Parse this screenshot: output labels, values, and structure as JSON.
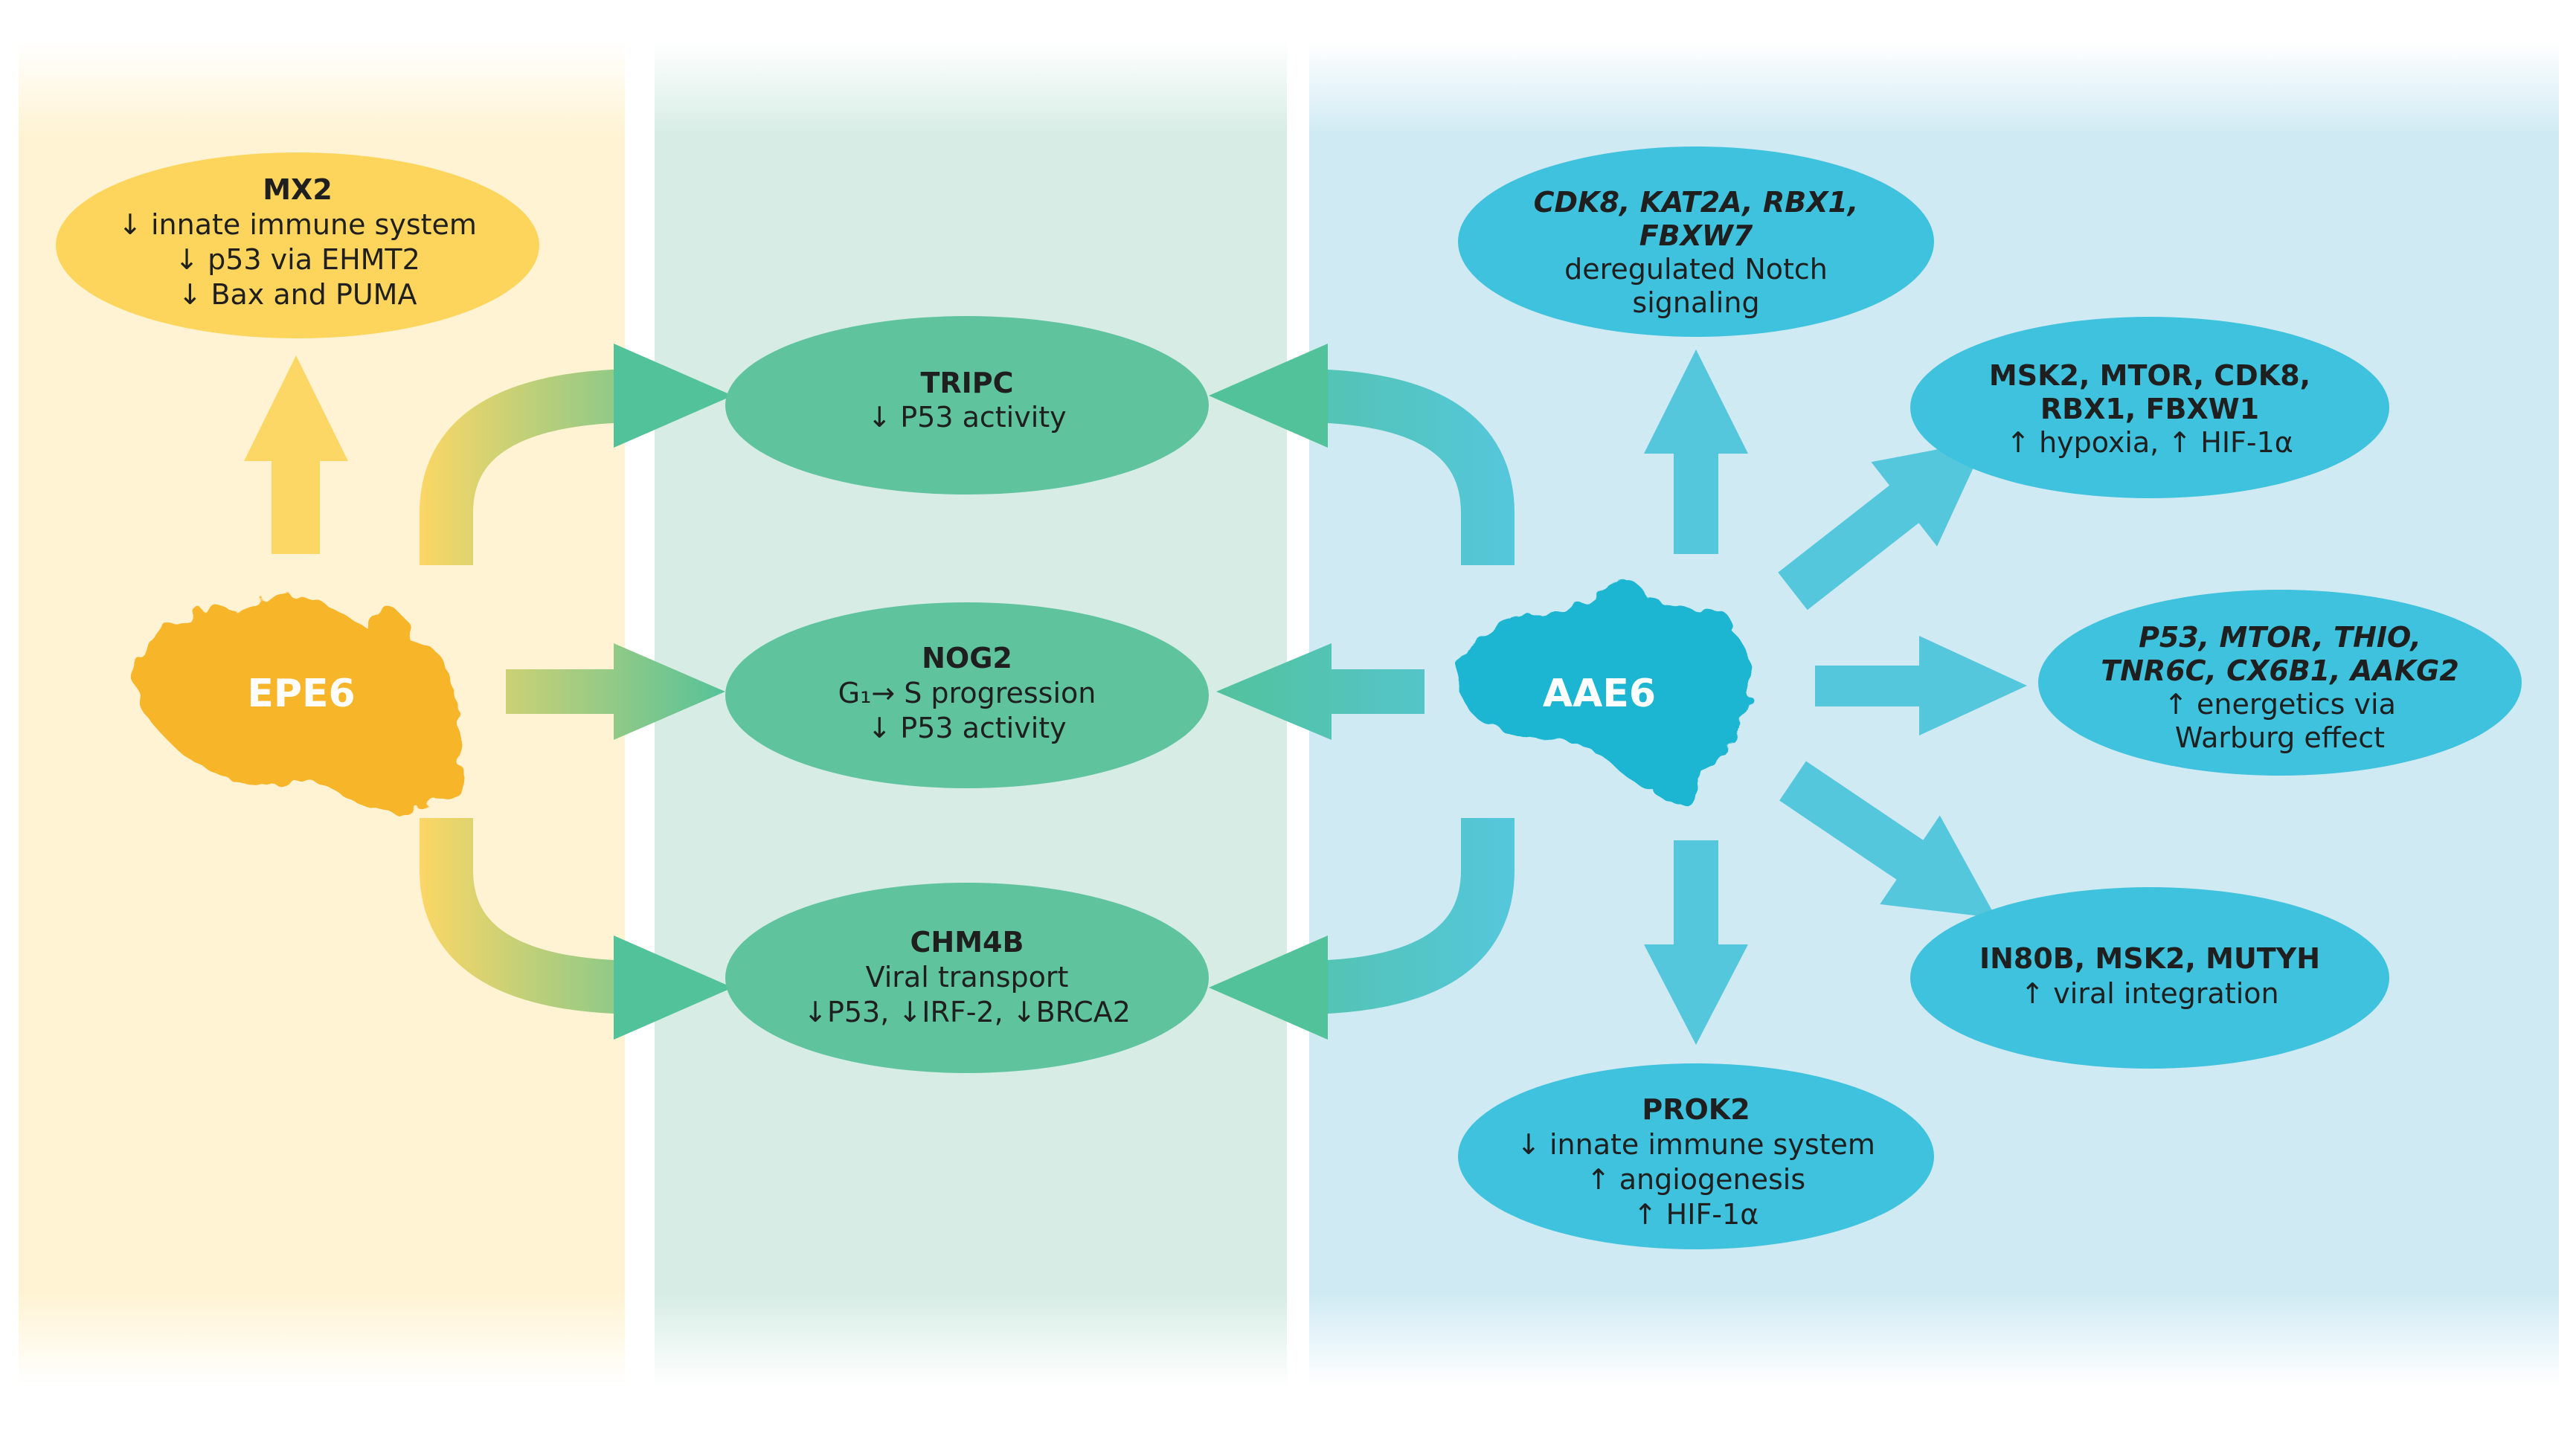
{
  "proteins": {
    "epe6": {
      "label": "EPE6",
      "color": "#f7b52c"
    },
    "aae6": {
      "label": "AAE6",
      "color": "#1bb6d3"
    }
  },
  "colors": {
    "yellow_node": "#fdd55c",
    "green_node": "#5fc49e",
    "blue_node": "#3fc2dd",
    "yellow_panel": "#fff3d3",
    "green_panel": "#d6ece4",
    "blue_panel": "#cfeaf3"
  },
  "nodes": {
    "mx2": {
      "title": "MX2",
      "lines": [
        "↓ innate immune system",
        "↓ p53 via EHMT2",
        "↓ Bax and PUMA"
      ]
    },
    "tripc": {
      "title": "TRIPC",
      "lines": [
        "↓ P53 activity"
      ]
    },
    "nog2": {
      "title": "NOG2",
      "lines": [
        "G₁→ S progression",
        "↓ P53 activity"
      ]
    },
    "chm4b": {
      "title": "CHM4B",
      "lines": [
        "Viral transport",
        "↓P53, ↓IRF-2, ↓BRCA2"
      ]
    },
    "cdk8": {
      "title_lines": [
        "CDK8, KAT2A, RBX1,",
        "FBXW7"
      ],
      "lines": [
        "deregulated Notch",
        "signaling"
      ]
    },
    "msk2": {
      "title_lines": [
        "MSK2, MTOR, CDK8,",
        "RBX1, FBXW1"
      ],
      "lines": [
        "↑ hypoxia, ↑ HIF-1α"
      ]
    },
    "p53": {
      "title_lines": [
        "P53, MTOR, THIO,",
        "TNR6C, CX6B1, AAKG2"
      ],
      "lines": [
        "↑ energetics via",
        "Warburg effect"
      ]
    },
    "in80b": {
      "title_lines": [
        "IN80B, MSK2, MUTYH"
      ],
      "lines": [
        "↑ viral integration"
      ]
    },
    "prok2": {
      "title": "PROK2",
      "lines": [
        "↓ innate immune system",
        "↑ angiogenesis",
        "↑ HIF-1α"
      ]
    }
  }
}
